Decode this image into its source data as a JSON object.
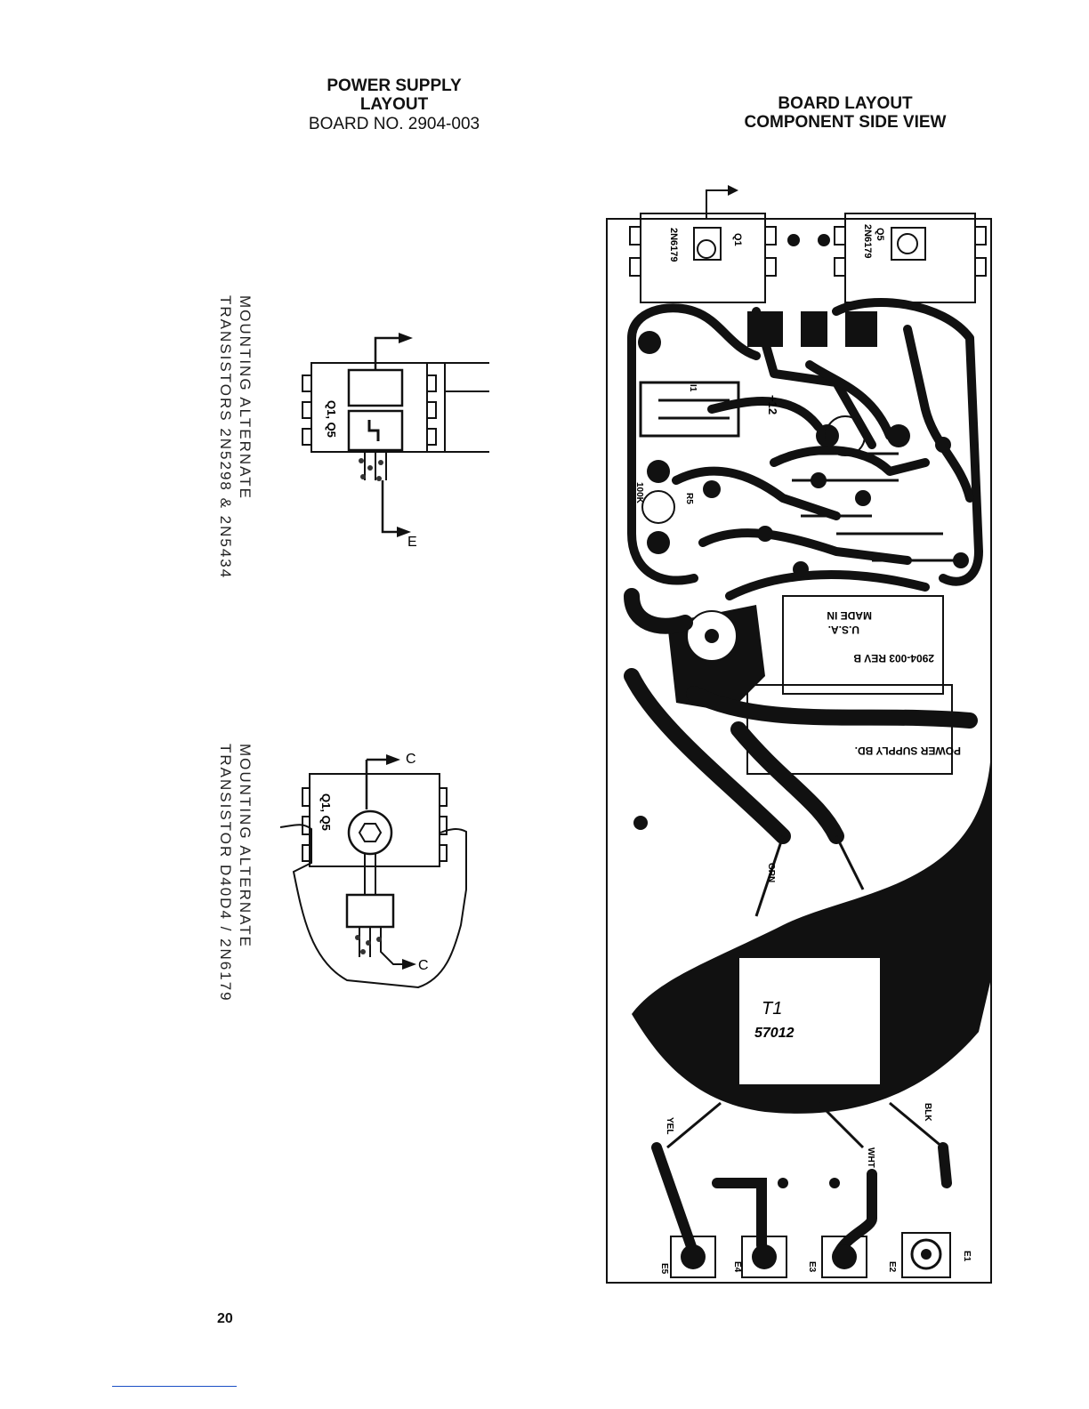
{
  "header_left": {
    "line1": "POWER SUPPLY",
    "line2": "LAYOUT",
    "line3": "BOARD NO. 2904-003"
  },
  "header_right": {
    "line1": "BOARD LAYOUT",
    "line2": "COMPONENT SIDE VIEW"
  },
  "mounting_detail_1": {
    "caption_line1": "MOUNTING ALTERNATE",
    "caption_line2": "TRANSISTORS 2N5298 & 2N5434",
    "label_lead": "E",
    "label_part": "Q1, Q5"
  },
  "mounting_detail_2": {
    "caption_line1": "MOUNTING ALTERNATE",
    "caption_line2": "TRANSISTOR D40D4 / 2N6179",
    "label_top": "C",
    "label_bottom": "C",
    "label_part": "Q1, Q5"
  },
  "board": {
    "q1_label": "Q1",
    "q1_type": "2N6179",
    "q5_label": "Q5",
    "q5_type": "2N6179",
    "ic_label": "I1",
    "supply_label": "+12",
    "pot_value": "100K",
    "pot_ref": "R5",
    "made_in": "MADE IN",
    "usa": "U.S.A.",
    "rev": "2904-003 REV B",
    "board_name": "POWER SUPPLY BD.",
    "plus": "+",
    "transformer_ref": "T1",
    "transformer_part": "57012",
    "wire_grn": "GRN",
    "wire_wht": "WHT",
    "wire_yel": "YEL",
    "wire_blk": "BLK",
    "e1": "E1",
    "e2": "E2",
    "e3": "E3",
    "e4": "E4",
    "e5": "E5"
  },
  "page_number": "20"
}
